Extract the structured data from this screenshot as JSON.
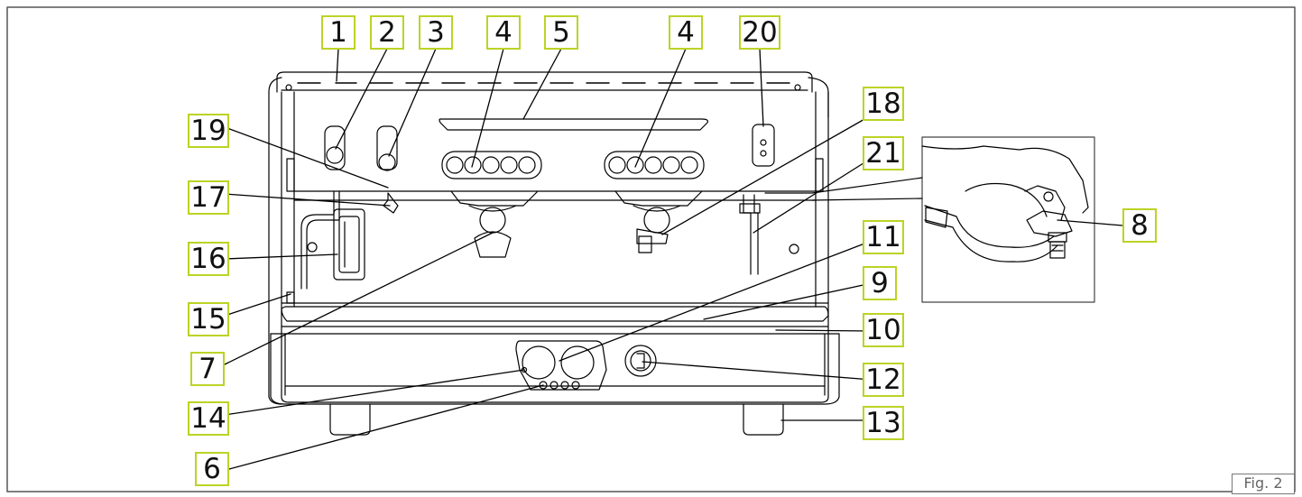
{
  "figure": {
    "caption": "Fig. 2"
  },
  "labels": [
    "1",
    "2",
    "3",
    "4",
    "5",
    "4",
    "20",
    "18",
    "19",
    "21",
    "17",
    "8",
    "16",
    "11",
    "9",
    "15",
    "10",
    "7",
    "12",
    "14",
    "13",
    "6"
  ],
  "colors": {
    "label_border": "#bcd325",
    "line": "#000000",
    "frame": "#555555"
  }
}
